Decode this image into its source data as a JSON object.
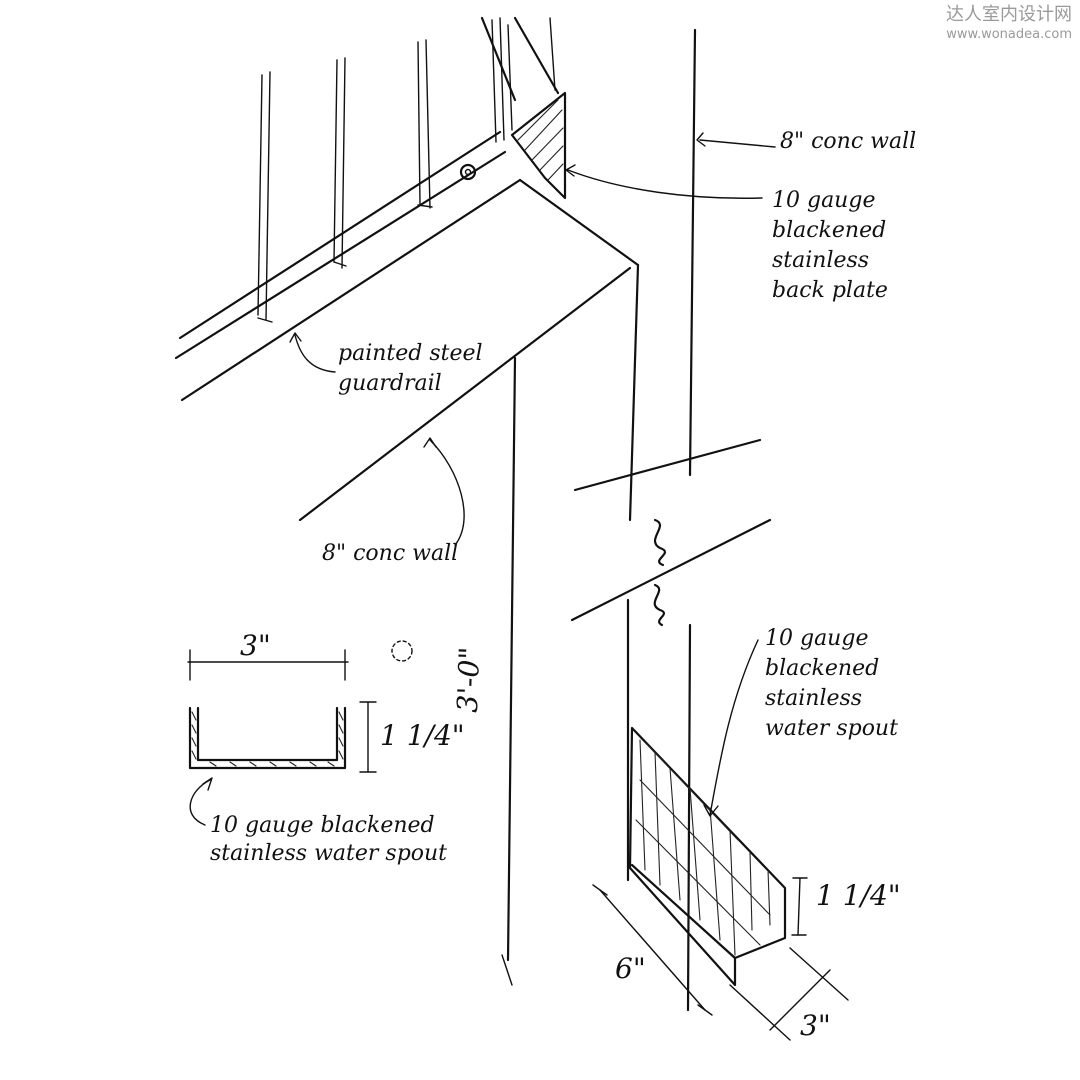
{
  "watermark": {
    "title": "达人室内设计网",
    "url": "www.wonadea.com"
  },
  "labels": {
    "wall_top": "8\" conc wall",
    "back_plate": [
      "10 gauge",
      "blackened",
      "stainless",
      "back plate"
    ],
    "guardrail": [
      "painted steel",
      "guardrail"
    ],
    "wall_left": "8\" conc wall",
    "spout_right": [
      "10 gauge",
      "blackened",
      "stainless",
      "water spout"
    ],
    "section_caption": [
      "10 gauge blackened",
      "stainless water spout"
    ]
  },
  "dimensions": {
    "section_width": "3\"",
    "section_height": "1 1/4\"",
    "wall_height": "3'-0\"",
    "spout_height": "1 1/4\"",
    "spout_length": "6\"",
    "spout_width": "3\""
  }
}
